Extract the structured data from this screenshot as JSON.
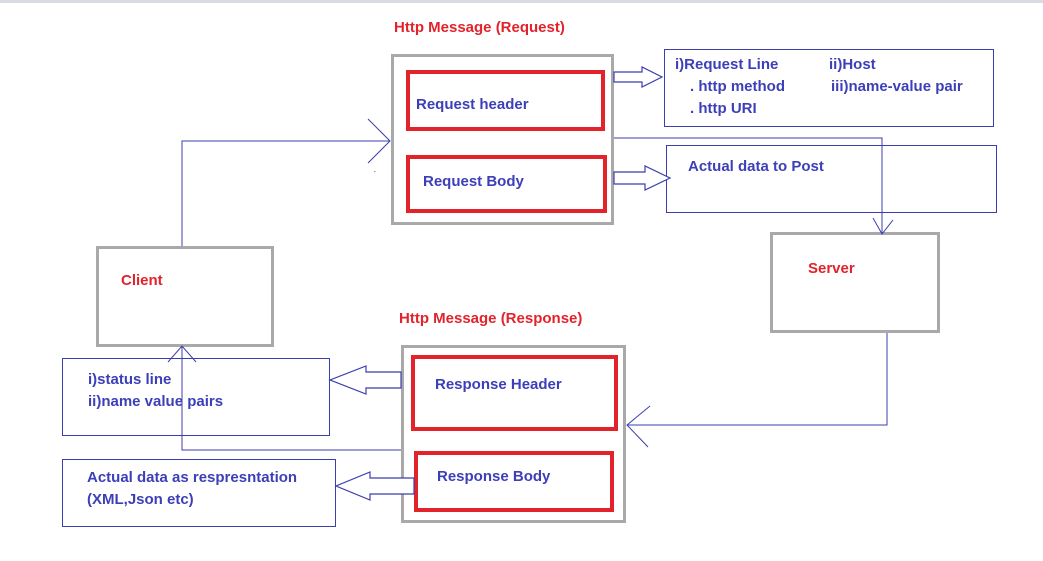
{
  "request": {
    "title": "Http Message (Request)",
    "header_label": "Request header",
    "body_label": "Request Body",
    "header_note": {
      "request_line": "i)Request Line",
      "http_method": ". http method",
      "http_uri": ". http URI",
      "host": "ii)Host",
      "name_value": "iii)name-value pair"
    },
    "body_note": "Actual data to Post"
  },
  "client": {
    "label": "Client"
  },
  "server": {
    "label": "Server"
  },
  "response": {
    "title": "Http Message (Response)",
    "header_label": "Response Header",
    "body_label": "Response Body",
    "header_note": {
      "status_line": "i)status line",
      "name_value_pairs": "ii)name value pairs"
    },
    "body_note": "Actual data as respresntation (XML,Json etc)"
  },
  "colors": {
    "red": "#e3232b",
    "blue": "#3c3fb8",
    "line": "#3b3fae",
    "gray": "#a9a9a9"
  }
}
